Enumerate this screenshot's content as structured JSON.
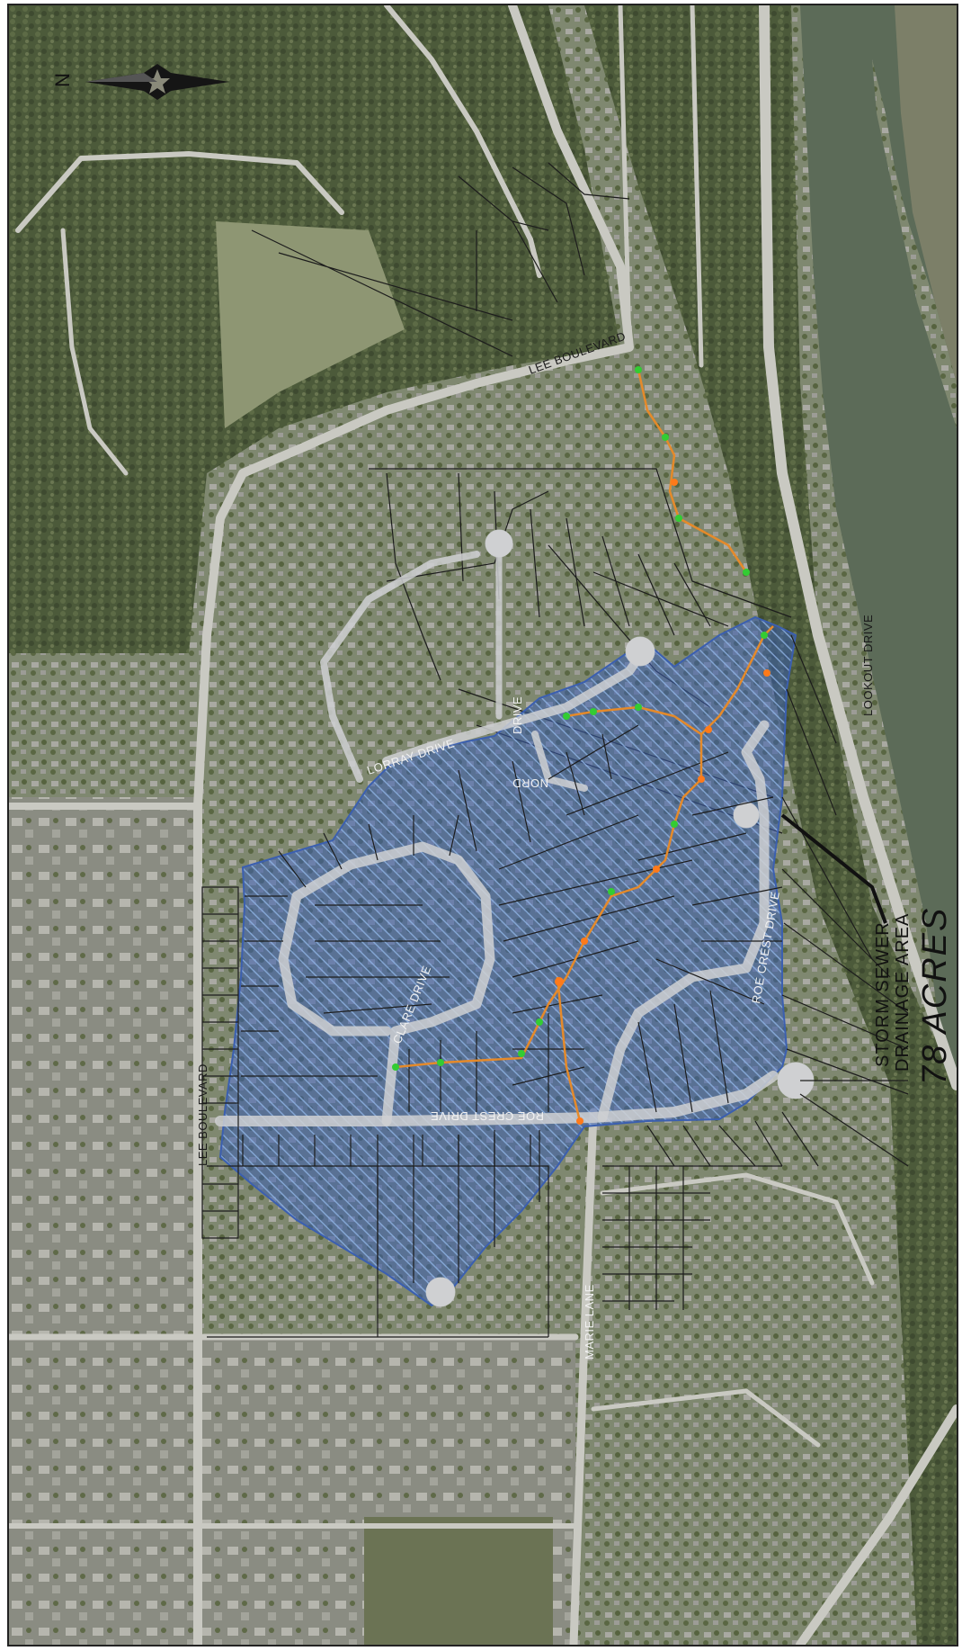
{
  "map": {
    "colors": {
      "river": "#5c6b58",
      "vegetation": "#4a5638",
      "field": "#8a9270",
      "urban": "#8c8c84",
      "road": "#c9c9c2",
      "parcel_line": "#1c1c1c",
      "drainage_fill": "#3b5fb0",
      "drainage_hatch": "#6fa0d8",
      "sewer_line": "#e58a2a",
      "manhole_green": "#33cc33",
      "manhole_orange": "#ff7a1a"
    },
    "compass": {
      "icon": "north-arrow-star-icon",
      "label": "N"
    },
    "road_labels": {
      "lee_boulevard_north": "LEE BOULEVARD",
      "lee_boulevard_west": "LEE BOULEVARD",
      "lookout_drive": "LOOKOUT DRIVE",
      "lorray_drive": "LORRAY DRIVE",
      "nord_drive_a": "NORD",
      "nord_drive_b": "DRIVE",
      "clare_drive": "CLARE DRIVE",
      "roe_crest_drive_south": "ROE CREST DRIVE",
      "roe_crest_drive_east": "ROE CREST DRIVE",
      "marie_lane": "MARIE LANE"
    },
    "drainage_area": {
      "caption_line1": "STORM SEWER",
      "caption_line2": "DRAINAGE AREA",
      "acreage": "78 ACRES"
    }
  }
}
